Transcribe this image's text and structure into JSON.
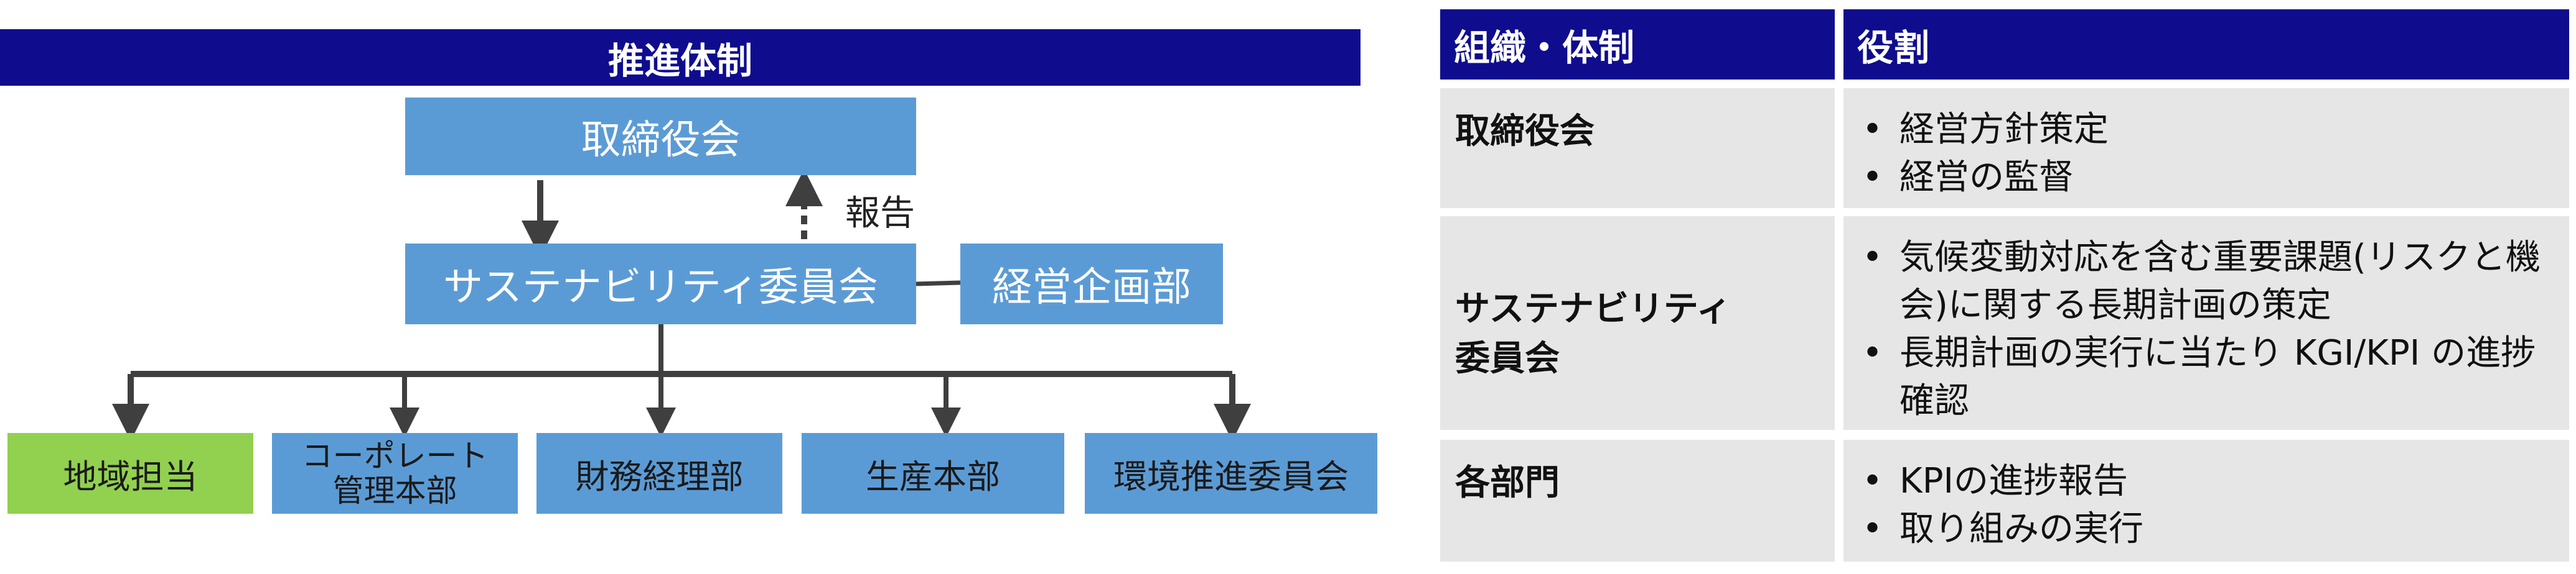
{
  "org_chart": {
    "title": "推進体制",
    "board": "取締役会",
    "report_label": "報告",
    "committee": "サステナビリティ委員会",
    "planning": "経営企画部",
    "departments": [
      "地域担当",
      "コーポレート\n管理本部",
      "財務経理部",
      "生産本部",
      "環境推進委員会"
    ]
  },
  "roles_table": {
    "headers": [
      "組織・体制",
      "役割"
    ],
    "rows": [
      {
        "org": "取締役会",
        "roles": [
          "経営方針策定",
          "経営の監督"
        ]
      },
      {
        "org": "サステナビリティ\n委員会",
        "roles": [
          "気候変動対応を含む重要課題(リスクと機会)に関する長期計画の策定",
          "長期計画の実行に当たり KGI/KPI の進捗確認"
        ]
      },
      {
        "org": "各部門",
        "roles": [
          "KPIの進捗報告",
          "取り組みの実行"
        ]
      }
    ]
  },
  "colors": {
    "header": "#0f0d8e",
    "box_blue": "#5b9bd5",
    "box_green": "#92d050",
    "table_cell": "#e7e6e6"
  }
}
